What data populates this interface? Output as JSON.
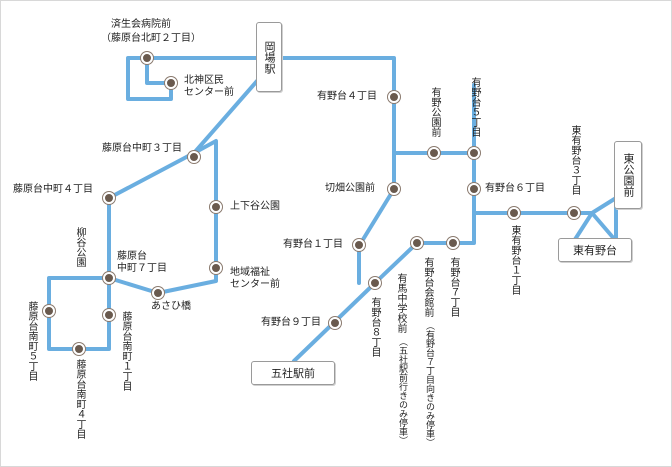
{
  "colors": {
    "route": "#6aaee0",
    "stop": "#6a5a4e",
    "terminal_border": "#9a9a9a"
  },
  "terminals": {
    "okaba": "岡場駅",
    "gosha": "五社駅前",
    "higashi_koen": "東公園前",
    "higashi_aritai": "東有野台"
  },
  "stops": {
    "saiseikai": "済生会病院前",
    "saiseikai_sub": "（藤原台北町２丁目）",
    "kita_center": "北神区民\nセンター前",
    "chumachi3": "藤原台中町３丁目",
    "chumachi4": "藤原台中町４丁目",
    "kamitani": "上下谷公園",
    "chiiki": "地域福祉\nセンター前",
    "asahi": "あさひ橋",
    "chumachi7": "藤原台\n中町７丁目",
    "yanagitani": "柳谷公園",
    "minami5": "藤原台南町５丁目",
    "minami4": "藤原台南町４丁目",
    "minami1": "藤原台南町１丁目",
    "arino4": "有野台４丁目",
    "arino_koen": "有野公園前",
    "arino5": "有野台５丁目",
    "kiribata": "切畑公園前",
    "arino6": "有野台６丁目",
    "higashi3": "東有野台３丁目",
    "higashi1": "東有野台１丁目",
    "arino1": "有野台１丁目",
    "arino9": "有野台９丁目",
    "arino8": "有野台８丁目",
    "arima_chu": "有馬中学校前",
    "arima_chu_note": "（五社駅前行きのみ停車）",
    "kaikan": "有野台会館前",
    "kaikan_note": "（有野台７丁目向きのみ停車）",
    "arino7": "有野台７丁目"
  }
}
